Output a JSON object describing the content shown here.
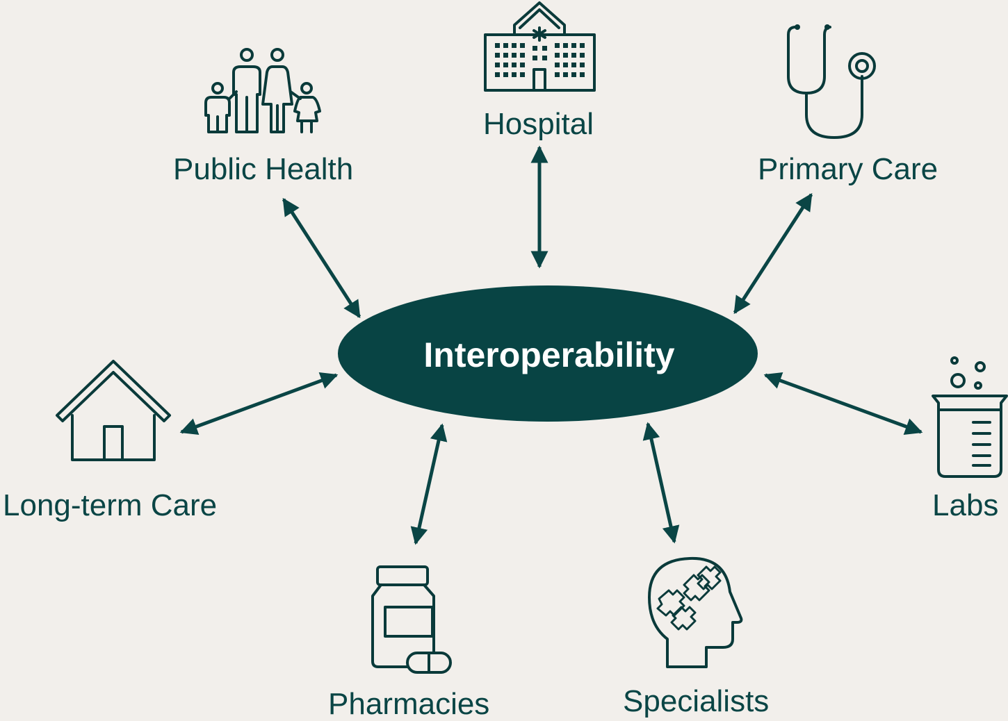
{
  "hub": {
    "label": "Interoperability"
  },
  "nodes": [
    {
      "id": "public-health",
      "label": "Public Health",
      "icon": "family-icon"
    },
    {
      "id": "hospital",
      "label": "Hospital",
      "icon": "hospital-icon"
    },
    {
      "id": "primary-care",
      "label": "Primary Care",
      "icon": "stethoscope-icon"
    },
    {
      "id": "long-term-care",
      "label": "Long-term Care",
      "icon": "house-icon"
    },
    {
      "id": "labs",
      "label": "Labs",
      "icon": "beaker-icon"
    },
    {
      "id": "pharmacies",
      "label": "Pharmacies",
      "icon": "pill-bottle-icon"
    },
    {
      "id": "specialists",
      "label": "Specialists",
      "icon": "brain-puzzle-icon"
    }
  ],
  "colors": {
    "background": "#f2efeb",
    "hub": "#084444",
    "accent": "#0a4545",
    "hub_text": "#ffffff"
  },
  "arrows": "bidirectional"
}
